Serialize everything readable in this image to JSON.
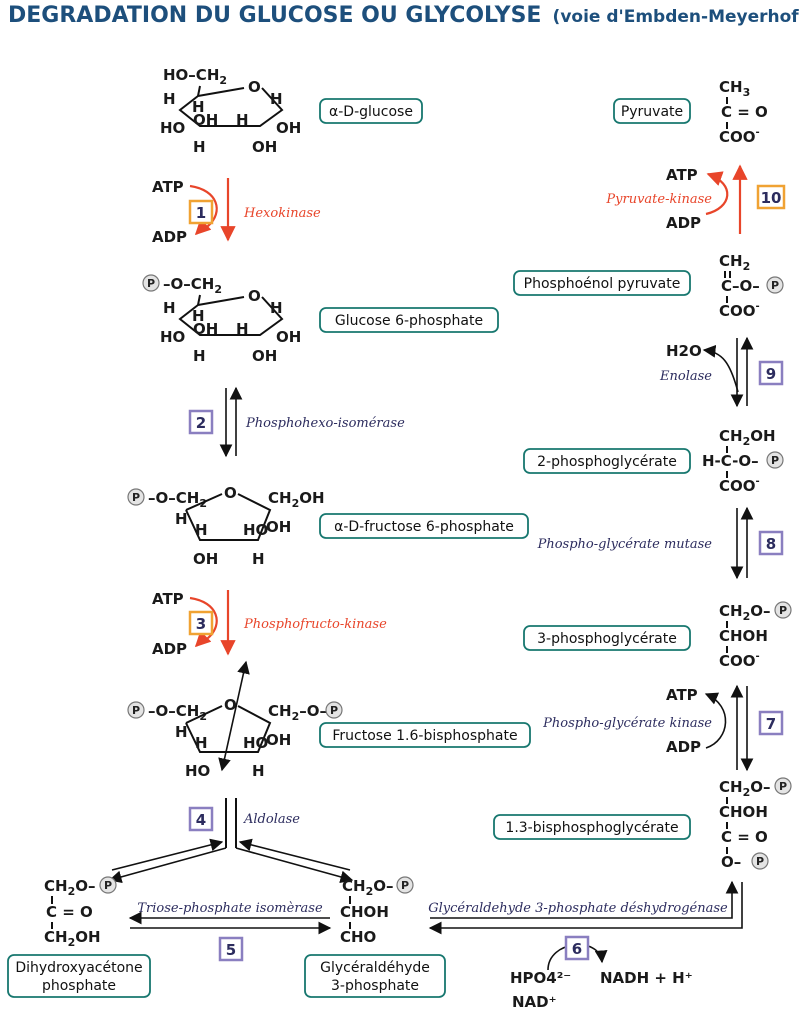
{
  "title": {
    "main": "DEGRADATION DU GLUCOSE OU GLYCOLYSE",
    "sub": "(voie d'Embden-Meyerhof)"
  },
  "molecules": {
    "glucose": "α-D-glucose",
    "g6p": "Glucose 6-phosphate",
    "f6p": "α-D-fructose 6-phosphate",
    "f16bp": "Fructose 1.6-bisphosphate",
    "dhap": "Dihydroxyacétone phosphate",
    "g3p": "Glycéraldéhyde 3-phosphate",
    "bpg13": "1.3-bisphosphoglycérate",
    "pg3": "3-phosphoglycérate",
    "pg2": "2-phosphoglycérate",
    "pep": "Phosphoénol pyruvate",
    "pyruvate": "Pyruvate"
  },
  "molecule_lines": {
    "dhap": [
      "Dihydroxyacétone",
      "phosphate"
    ],
    "g3p": [
      "Glycéraldéhyde",
      "3-phosphate"
    ]
  },
  "steps": [
    {
      "number": "1",
      "enzyme": "Hexokinase",
      "cofactor_in": "ATP",
      "cofactor_out": "ADP",
      "highlight": true
    },
    {
      "number": "2",
      "enzyme": "Phosphohexo-isomérase",
      "highlight": false
    },
    {
      "number": "3",
      "enzyme": "Phosphofructo-kinase",
      "cofactor_in": "ATP",
      "cofactor_out": "ADP",
      "highlight": true
    },
    {
      "number": "4",
      "enzyme": "Aldolase",
      "highlight": false
    },
    {
      "number": "5",
      "enzyme": "Triose-phosphate isomèrase",
      "highlight": false
    },
    {
      "number": "6",
      "enzyme": "Glycéraldehyde 3-phosphate déshydrogénase",
      "cofactor_in": "HPO4²⁻",
      "cofactor_in2": "NAD⁺",
      "cofactor_out": "NADH + H⁺",
      "highlight": false
    },
    {
      "number": "7",
      "enzyme": "Phospho-glycérate kinase",
      "cofactor_in": "ADP",
      "cofactor_out": "ATP",
      "highlight": false
    },
    {
      "number": "8",
      "enzyme": "Phospho-glycérate mutase",
      "highlight": false
    },
    {
      "number": "9",
      "enzyme": "Enolase",
      "cofactor_out": "H2O",
      "highlight": false
    },
    {
      "number": "10",
      "enzyme": "Pyruvate-kinase",
      "cofactor_in": "ADP",
      "cofactor_out": "ATP",
      "highlight": true
    }
  ],
  "colors": {
    "title": "#1d4f7c",
    "box_border": "#17776f",
    "highlight_arrow": "#e8452a",
    "highlight_box": "#f0a233",
    "step_box": "#8a7fc0",
    "enzyme_text": "#2c2c5e"
  }
}
